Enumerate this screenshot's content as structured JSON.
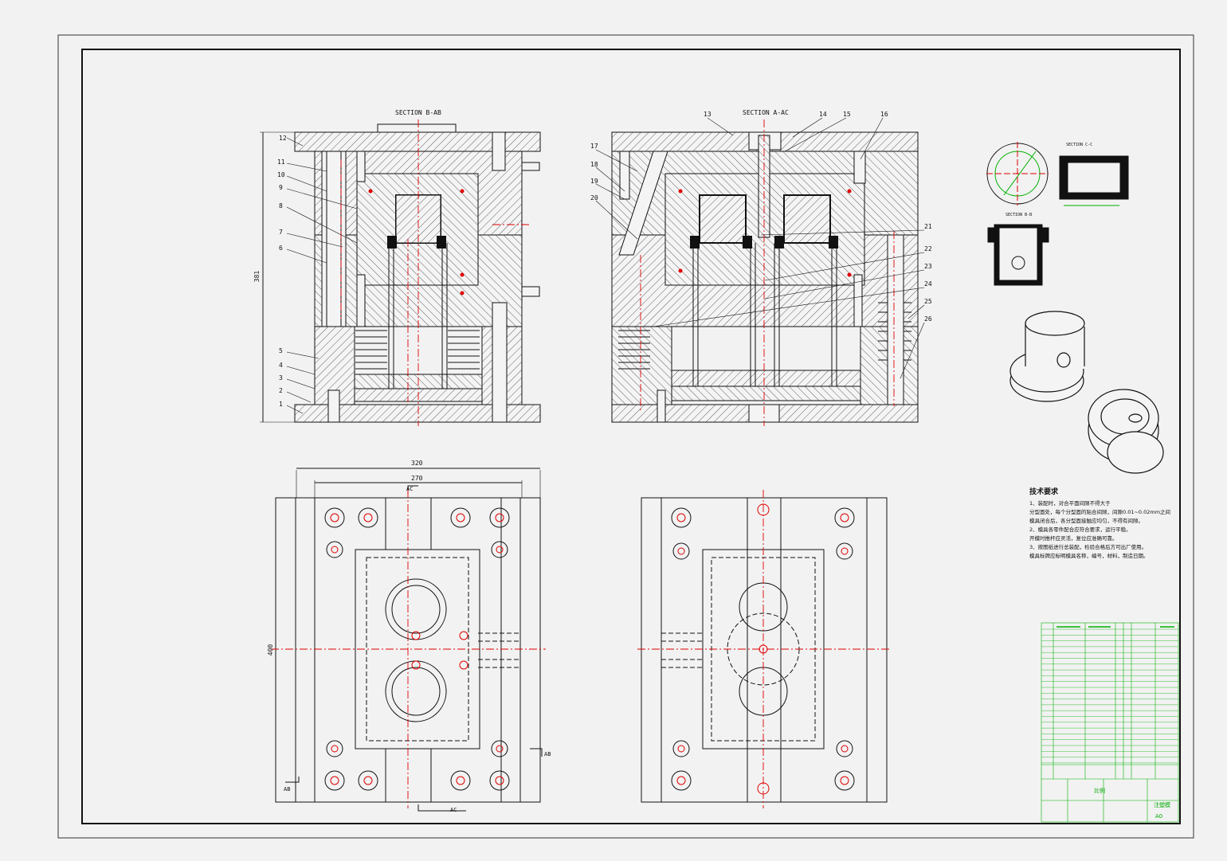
{
  "views": {
    "left_section": {
      "title": "SECTION B-AB"
    },
    "right_section": {
      "title": "SECTION A-AC"
    },
    "part_sections": {
      "cc": "SECTION C-C",
      "bb": "SECTION B-B"
    }
  },
  "part_numbers_left": [
    "12",
    "11",
    "10",
    "9",
    "8",
    "7",
    "6",
    "5",
    "4",
    "3",
    "2",
    "1"
  ],
  "part_numbers_right": [
    "13",
    "14",
    "15",
    "16",
    "17",
    "18",
    "19",
    "20",
    "21",
    "22",
    "23",
    "24",
    "25",
    "26"
  ],
  "dimensions": {
    "height": "381",
    "width_total": "320",
    "width_inner": "270",
    "height_plan": "400"
  },
  "section_marks": {
    "ac_top": "AC",
    "ac_bottom": "AC",
    "ab_left": "AB",
    "ab_right": "AB"
  },
  "technical_notes": {
    "heading": "技术要求",
    "lines": [
      "1、装配时，对合平面间隙不得大于",
      "分型面处，每个分型面的贴合间隙，间隙0.01~0.02mm之间",
      "模具闭合后，各分型面接触应均匀，不得有间隙。",
      "2、模具各零件配合应符合要求，运行平稳。",
      "开模时推杆应灵活，复位应准确可靠。",
      "3、按图纸进行总装配，检验合格后方可出厂使用。",
      "模具标牌应标明模具名称，编号，材料，制造日期。"
    ],
    "tolerance": "0.01~0.02mm"
  },
  "title_block": {
    "scale_label": "比例",
    "title": "注塑模",
    "sheet": "A0"
  },
  "colors": {
    "line": "#111111",
    "center": "#e00000",
    "table": "#00b000",
    "sheet": "#f2f2f2"
  }
}
